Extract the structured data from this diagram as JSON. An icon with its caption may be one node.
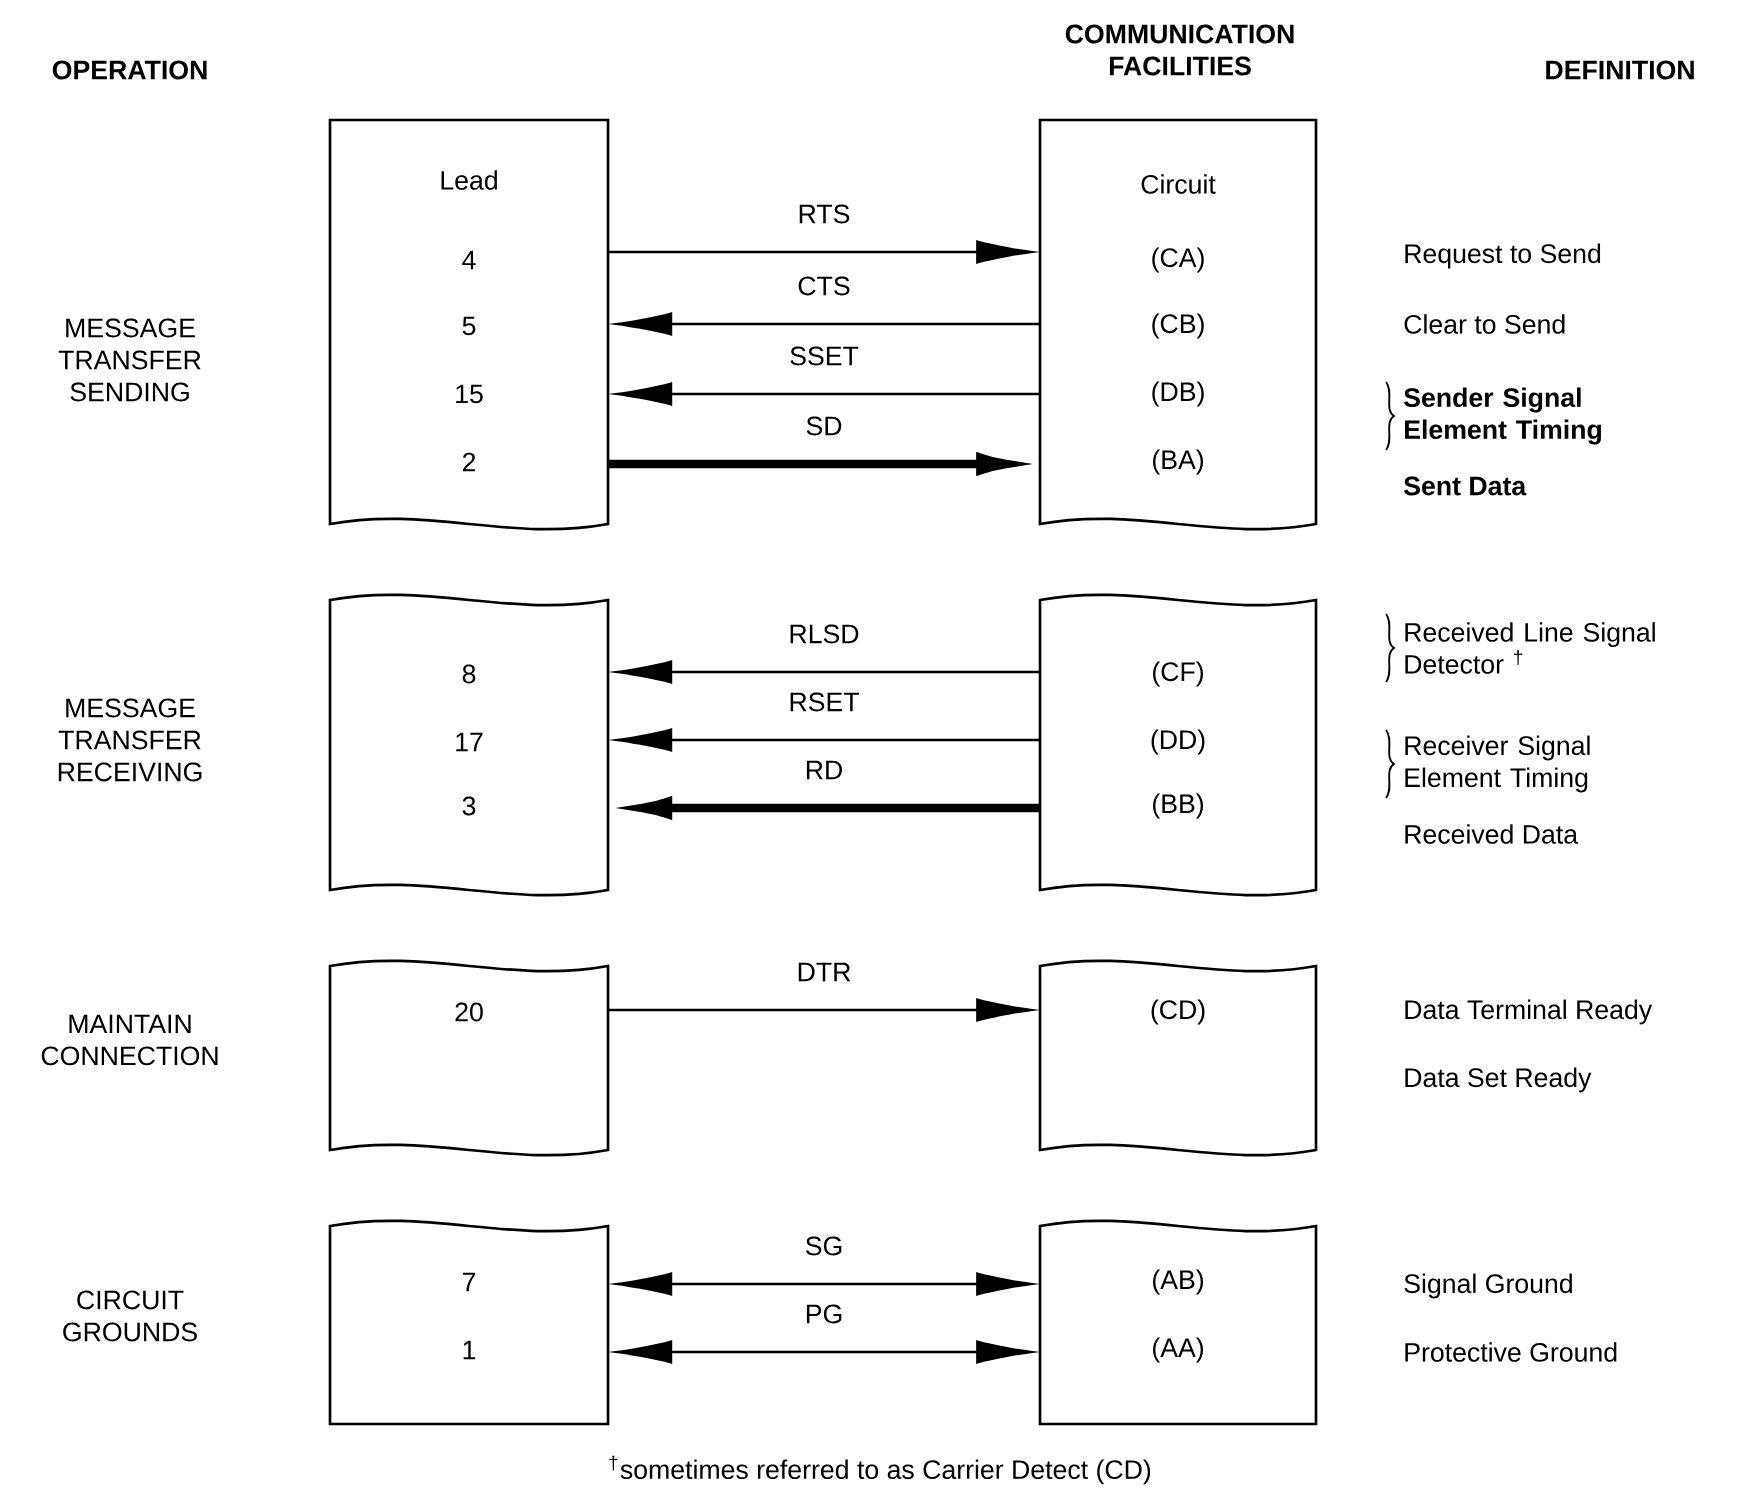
{
  "diagram": {
    "caption": "$^{†}$sometimes referred to as Carrier Detect (CD)",
    "nodes": [
      {
        "text": [
          "Lead",
          "4",
          "5",
          "15",
          "2"
        ]
      },
      {
        "text": [
          "Circuit",
          "(CA)",
          "(CB)",
          "(DB)",
          "(BA)"
        ]
      },
      {
        "text": [
          "8",
          "17",
          "3"
        ]
      },
      {
        "text": [
          "(CF)",
          "(DD)",
          "(BB)"
        ]
      },
      {
        "text": [
          "20"
        ]
      },
      {
        "text": [
          "(CD)"
        ]
      },
      {
        "text": [
          "7",
          "1"
        ]
      },
      {
        "text": [
          "(AB)",
          "(AA)"
        ]
      }
    ],
    "edges": [
      {
        "from": 0,
        "to": 1,
        "arrow": "to",
        "label": "RTS"
      },
      {
        "from": 1,
        "to": 0,
        "arrow": "to",
        "label": "CTS"
      },
      {
        "from": 1,
        "to": 0,
        "arrow": "to",
        "label": "SSET"
      },
      {
        "from": 0,
        "to": 1,
        "arrow": "to",
        "label": "SD",
        "style": "thick"
      },
      {
        "from": 3,
        "to": 2,
        "arrow": "to",
        "label": "RLSD"
      },
      {
        "from": 3,
        "to": 2,
        "arrow": "to",
        "label": "RSET"
      },
      {
        "from": 3,
        "to": 2,
        "arrow": "to",
        "label": "RD",
        "style": "thick"
      },
      {
        "from": 4,
        "to": 5,
        "arrow": "to",
        "label": "DTR"
      },
      {
        "from": 6,
        "to": 7,
        "arrow": "both",
        "label": "SG"
      },
      {
        "from": 6,
        "to": 7,
        "arrow": "both",
        "label": "PG"
      }
    ],
    "labels": [
      "OPERATION",
      "COMMUNICATION FACILITIES",
      "DEFINITION",
      "MESSAGE TRANSFER SENDING",
      "MESSAGE TRANSFER RECEIVING",
      "MAINTAIN CONNECTION",
      "CIRCUIT GROUNDS",
      "Request to Send",
      "Clear to Send",
      "Sender Signal Element Timing",
      "Sent Data",
      "Received Line Signal Detector $^{†}$",
      "Receiver Signal Element Timing",
      "Received Data",
      "Data Terminal Ready",
      "Data Set Ready",
      "Signal Ground",
      "Protective Ground"
    ]
  }
}
